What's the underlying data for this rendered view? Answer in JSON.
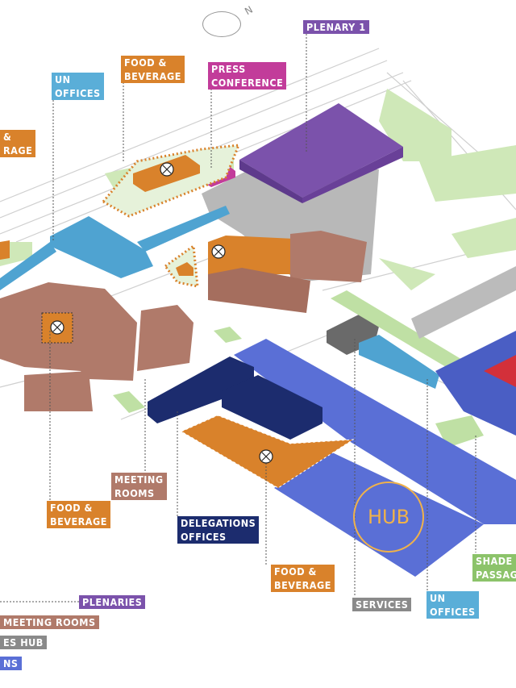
{
  "compass": {
    "north": "N"
  },
  "labels": {
    "plenary_1": "PLENARY 1",
    "press_conference": [
      "PRESS",
      "CONFERENCE"
    ],
    "food_beverage_top": [
      "FOOD &",
      "BEVERAGE"
    ],
    "un_offices_top": [
      "UN",
      "OFFICES"
    ],
    "food_beverage_left": [
      "&",
      "RAGE"
    ],
    "meeting_rooms": [
      "MEETING",
      "ROOMS"
    ],
    "food_beverage_mid": [
      "FOOD &",
      "BEVERAGE"
    ],
    "delegations_offices": [
      "DELEGATIONS",
      "OFFICES"
    ],
    "food_beverage_bottom": [
      "FOOD &",
      "BEVERAGE"
    ],
    "services": "SERVICES",
    "un_offices_bottom": [
      "UN",
      "OFFICES"
    ],
    "shaded_passage": [
      "SHADE",
      "PASSAG"
    ],
    "hub": "HUB"
  },
  "legend": [
    {
      "label": "PLENARIES",
      "color": "#7b52ab"
    },
    {
      "label": "MEETING ROOMS",
      "color": "#b07a6a"
    },
    {
      "label": "ES HUB",
      "color": "#8a8a8a"
    },
    {
      "label": "NS",
      "color": "#5a6fd6"
    }
  ],
  "colors": {
    "food": "#d9822b",
    "plenary": "#7b52ab",
    "press": "#c23c9a",
    "un": "#5aaed8",
    "meeting": "#b07a6a",
    "delegations": "#1c2c6e",
    "blue_zone": "#5a6fd6",
    "green": "#bfe0a4",
    "services": "#8a8a8a",
    "hub": "#f0b24a"
  }
}
